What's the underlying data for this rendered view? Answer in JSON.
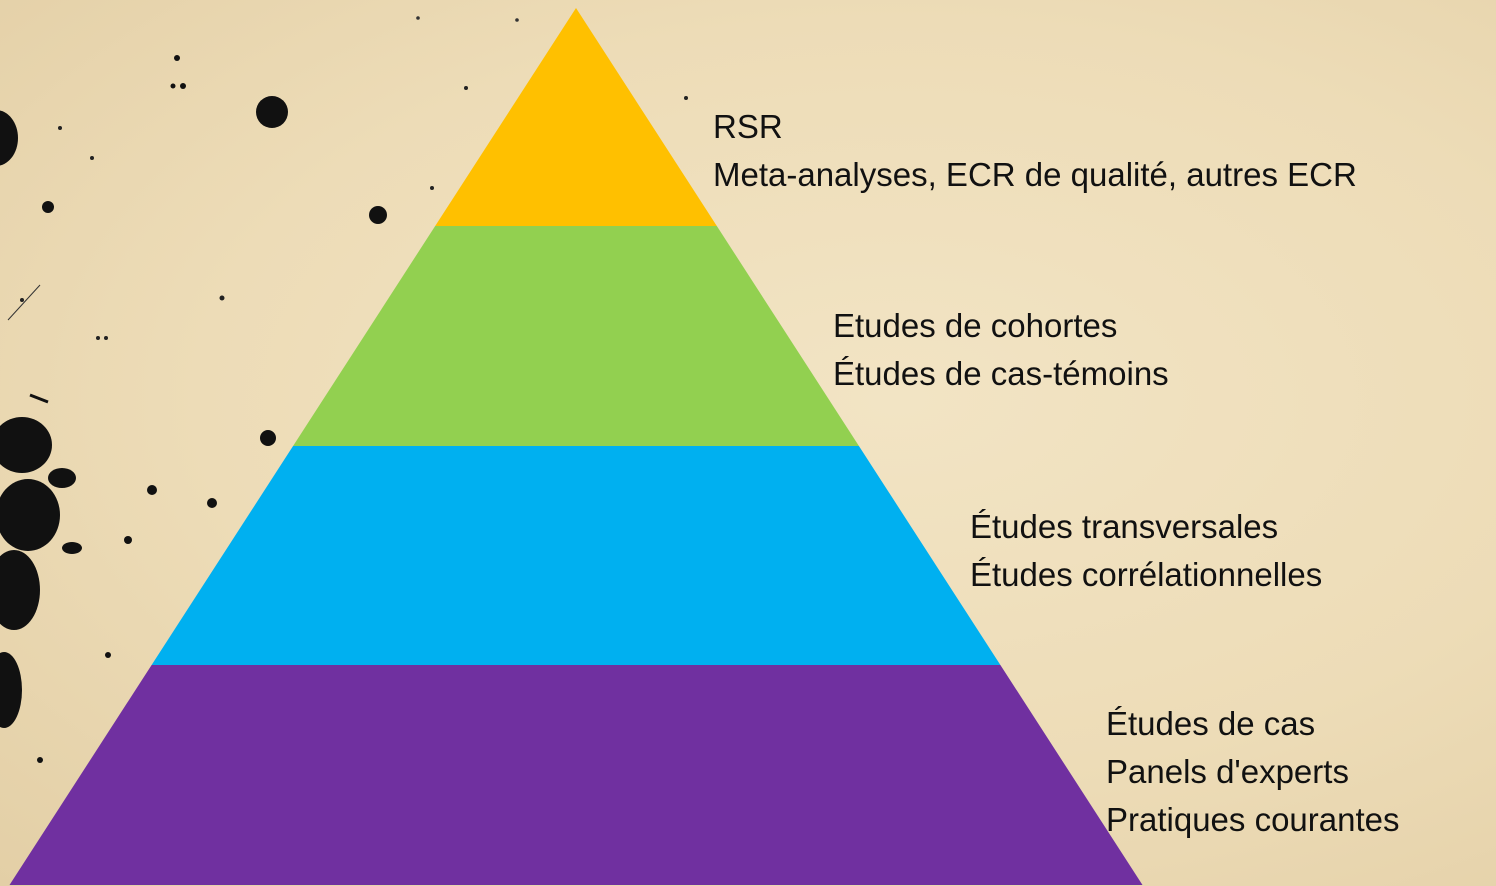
{
  "colors": {
    "background": "#ecdcb8",
    "level_1": "#ffc000",
    "level_2": "#92d050",
    "level_3": "#00b0f0",
    "level_4": "#7030a0",
    "ink": "#111111"
  },
  "pyramid": {
    "levels": [
      {
        "lines": [
          "RSR",
          "Meta-analyses, ECR de qualité, autres ECR"
        ]
      },
      {
        "lines": [
          "Etudes de cohortes",
          "Études de cas-témoins"
        ]
      },
      {
        "lines": [
          "Études transversales",
          "Études corrélationnelles"
        ]
      },
      {
        "lines": [
          "Études de cas",
          "Panels d'experts",
          "Pratiques courantes"
        ]
      }
    ]
  }
}
